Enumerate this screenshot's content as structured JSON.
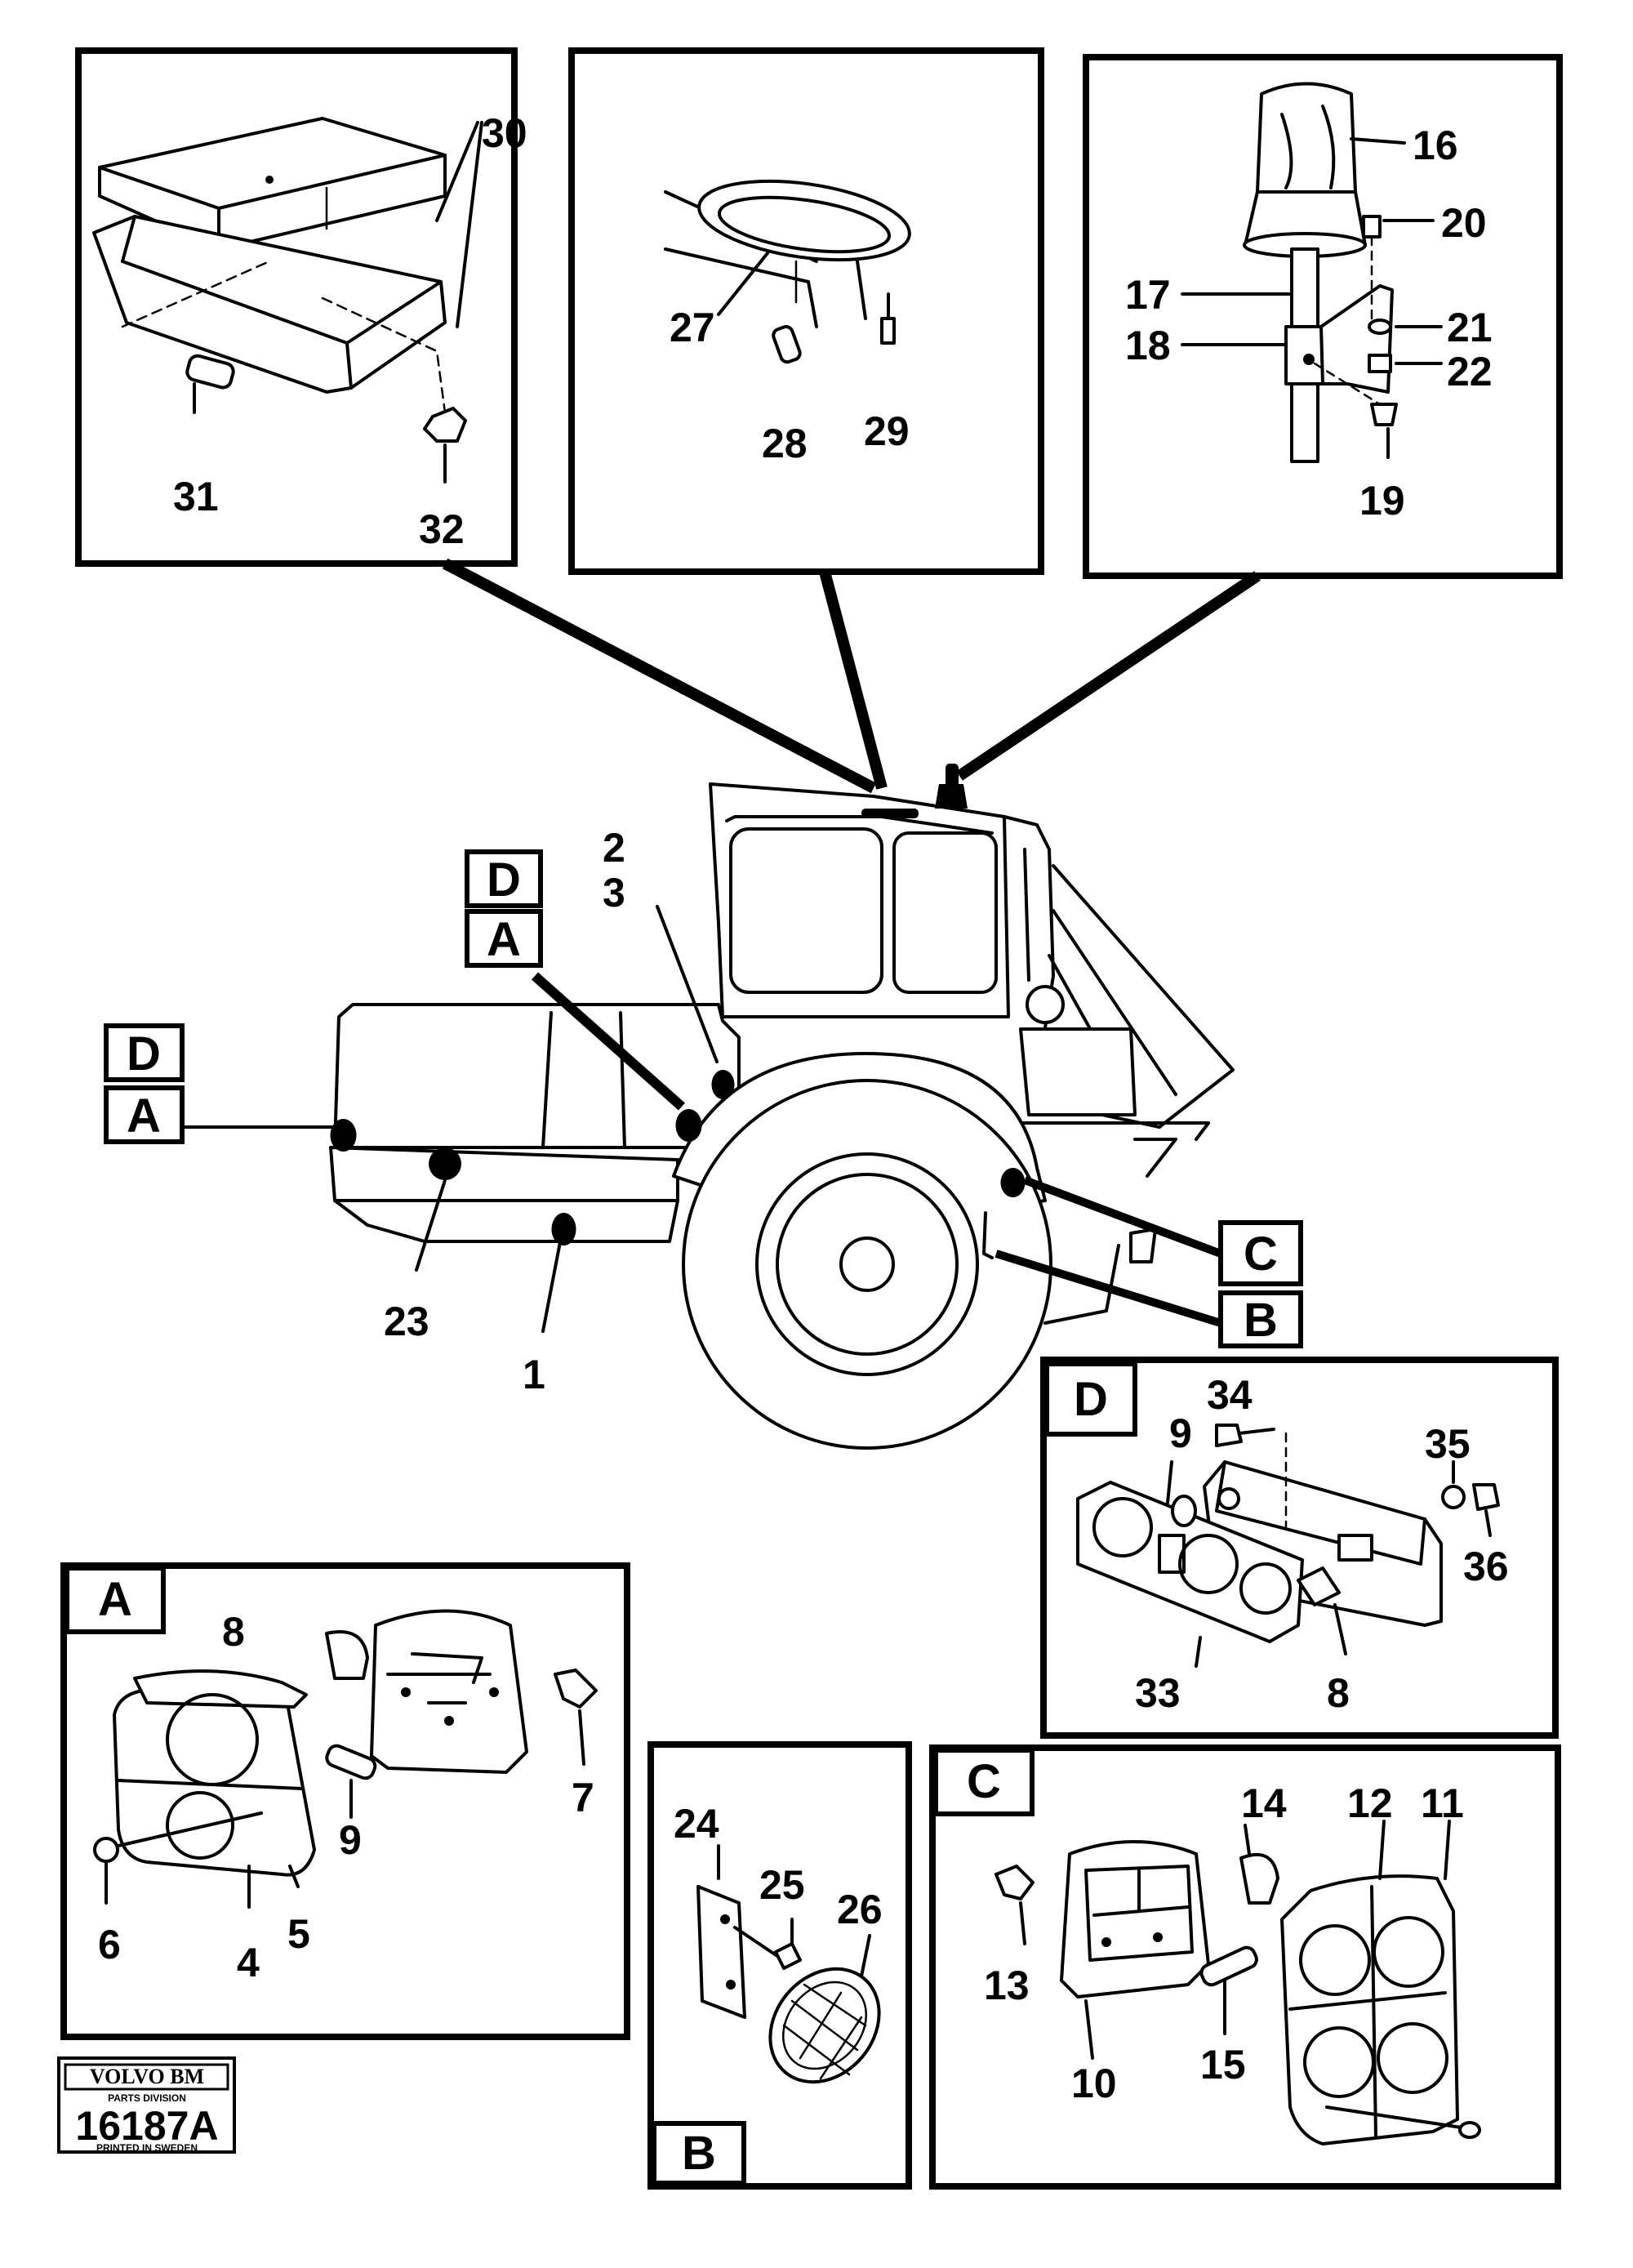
{
  "callouts": {
    "c1": "1",
    "c2": "2",
    "c3": "3",
    "c4": "4",
    "c5": "5",
    "c6": "6",
    "c7": "7",
    "c8a": "8",
    "c8d": "8",
    "c9a": "9",
    "c9d": "9",
    "c10": "10",
    "c11": "11",
    "c12": "12",
    "c13": "13",
    "c14": "14",
    "c15": "15",
    "c16": "16",
    "c17": "17",
    "c18": "18",
    "c19": "19",
    "c20": "20",
    "c21": "21",
    "c22": "22",
    "c23": "23",
    "c24": "24",
    "c25": "25",
    "c26": "26",
    "c27": "27",
    "c28": "28",
    "c29": "29",
    "c30": "30",
    "c31": "31",
    "c32": "32",
    "c33": "33",
    "c34": "34",
    "c35": "35",
    "c36": "36"
  },
  "detail_tags": {
    "side_upper_d": "D",
    "side_upper_a": "A",
    "rear_d": "D",
    "rear_a": "A",
    "fender_c": "C",
    "fender_b": "B",
    "panel_a": "A",
    "panel_b": "B",
    "panel_c": "C",
    "panel_d": "D"
  },
  "logo": {
    "brand": "VOLVO BM",
    "division": "PARTS DIVISION",
    "drawing_number": "16187A",
    "printed": "PRINTED IN SWEDEN"
  }
}
